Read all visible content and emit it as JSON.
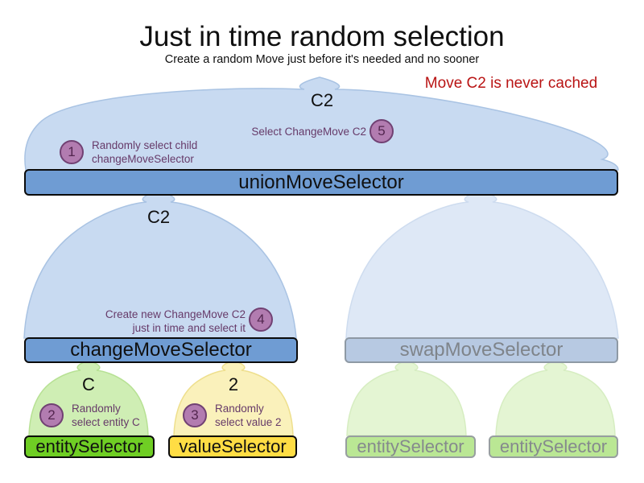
{
  "diagram": {
    "title": "Just in time random selection",
    "subtitle": "Create a random Move just before it's needed and no sooner",
    "warning": "Move C2 is never cached"
  },
  "selectors": {
    "union": {
      "label": "unionMoveSelector",
      "output": "C2"
    },
    "change": {
      "label": "changeMoveSelector",
      "output": "C2"
    },
    "swap": {
      "label": "swapMoveSelector"
    },
    "entity": {
      "label": "entitySelector",
      "output": "C"
    },
    "value": {
      "label": "valueSelector",
      "output": "2"
    },
    "entity_faded_1": {
      "label": "entitySelector"
    },
    "entity_faded_2": {
      "label": "entitySelector"
    }
  },
  "steps": [
    {
      "num": "1",
      "line1": "Randomly select child",
      "line2": "changeMoveSelector"
    },
    {
      "num": "2",
      "line1": "Randomly",
      "line2": "select entity C"
    },
    {
      "num": "3",
      "line1": "Randomly",
      "line2": "select value 2"
    },
    {
      "num": "4",
      "line1": "Create new ChangeMove C2",
      "line2": "just in time and select it"
    },
    {
      "num": "5",
      "line1": "Select ChangeMove C2"
    }
  ],
  "colors": {
    "dome_blue": "#c8daf1",
    "dome_blue_stroke": "#a9c3e3",
    "dome_blue_faded": "#dee8f6",
    "dome_blue_faded_stroke": "#cedcef",
    "dome_green": "#cfeeb4",
    "dome_green_stroke": "#b7e194",
    "dome_green_faded": "#e4f5d3",
    "dome_green_faded_stroke": "#d6edc1",
    "dome_yellow": "#faf1bb",
    "dome_yellow_stroke": "#eedf8d",
    "bar_blue": "#6f9cd3",
    "bar_blue_faded": "#b7c9e2",
    "bar_green": "#6fce24",
    "bar_green_faded": "#bae794",
    "bar_yellow": "#ffdd44",
    "circle_fill": "#b27cb0",
    "circle_stroke": "#714173",
    "purple_text": "#663a69",
    "red_text": "#b91414"
  }
}
